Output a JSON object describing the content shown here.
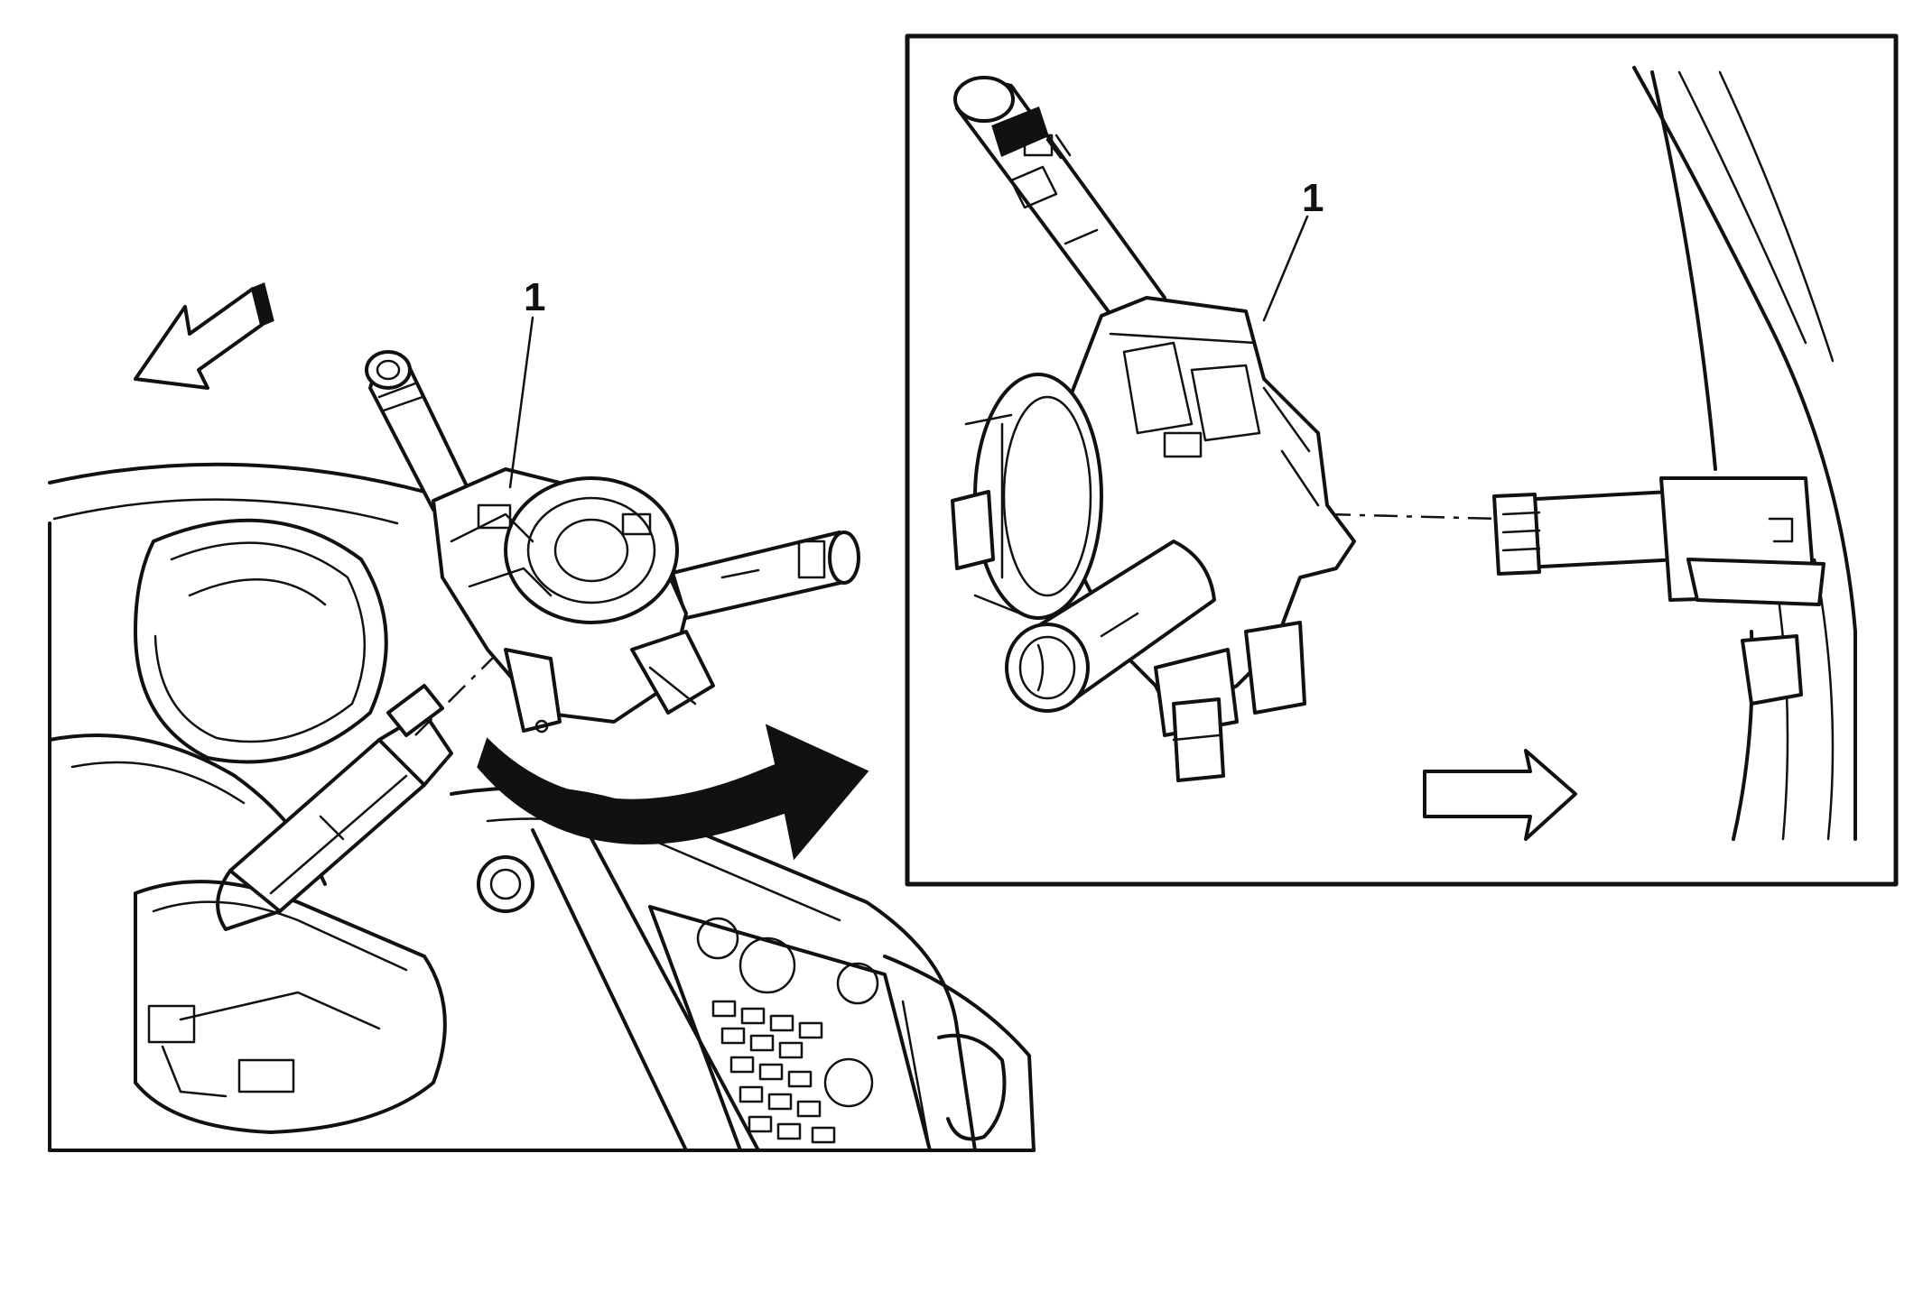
{
  "callouts": {
    "main_label": "1",
    "inset_label": "1"
  },
  "colors": {
    "line": "#111111",
    "background": "#ffffff"
  },
  "icons": {
    "removal_arrow_main": "hollow-arrow-left",
    "transition_arrow": "curved-solid-arrow-right",
    "removal_arrow_inset": "hollow-arrow-right"
  }
}
